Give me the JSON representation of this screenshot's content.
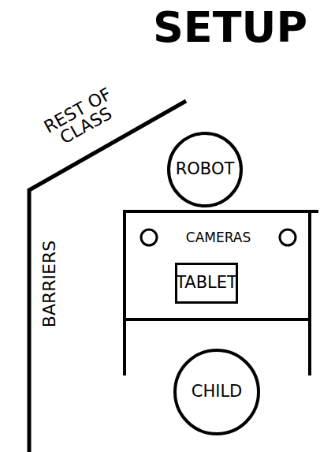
{
  "diagram": {
    "title": "SETUP",
    "nodes": [
      {
        "text": [
          "ROBOT"
        ]
      },
      {
        "text": [
          "TABLET"
        ]
      },
      {
        "text": [
          "CHILD"
        ]
      }
    ],
    "labels": [
      "REST OF CLASS",
      "BARRIERS",
      "CAMERAS"
    ]
  }
}
